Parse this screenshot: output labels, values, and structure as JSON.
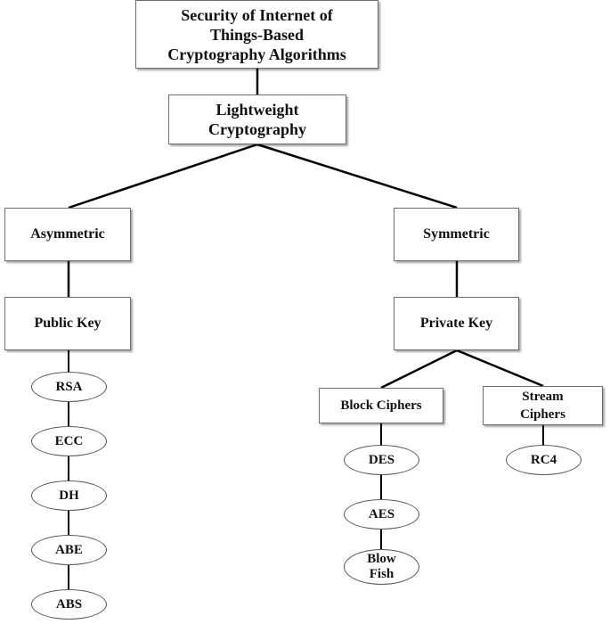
{
  "nodes": {
    "root": "Security of Internet of\nThings-Based\nCryptography Algorithms",
    "lightweight": "Lightweight\nCryptography",
    "asymmetric": "Asymmetric",
    "symmetric": "Symmetric",
    "public_key": "Public Key",
    "private_key": "Private Key",
    "block_ciphers": "Block Ciphers",
    "stream_ciphers": "Stream\nCiphers"
  },
  "public_key_algorithms": [
    "RSA",
    "ECC",
    "DH",
    "ABE",
    "ABS"
  ],
  "block_cipher_algorithms": [
    "DES",
    "AES",
    "Blow\nFish"
  ],
  "stream_cipher_algorithms": [
    "RC4"
  ],
  "colors": {
    "line": "#000000",
    "border": "#6e6e6e",
    "text": "#111111"
  }
}
